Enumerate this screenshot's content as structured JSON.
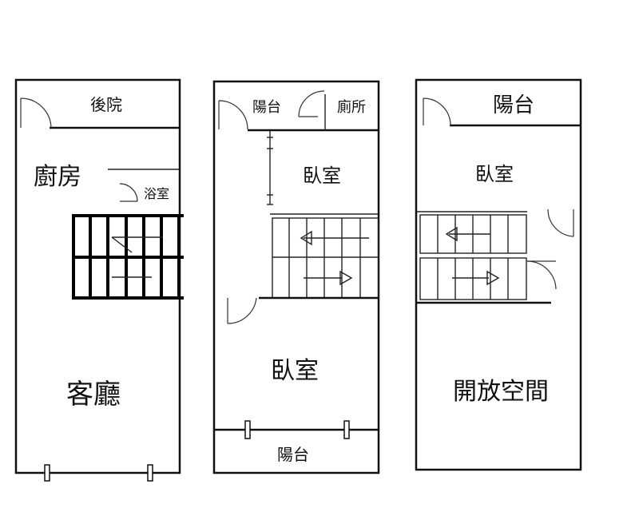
{
  "floors": [
    {
      "rooms": {
        "back_yard": "後院",
        "kitchen": "廚房",
        "bathroom": "浴室",
        "living_room": "客廳"
      }
    },
    {
      "rooms": {
        "balcony_top": "陽台",
        "toilet": "廁所",
        "bedroom_small": "臥室",
        "bedroom_main": "臥室",
        "balcony_bottom": "陽台"
      }
    },
    {
      "rooms": {
        "balcony": "陽台",
        "bedroom": "臥室",
        "open_space": "開放空間"
      }
    }
  ]
}
